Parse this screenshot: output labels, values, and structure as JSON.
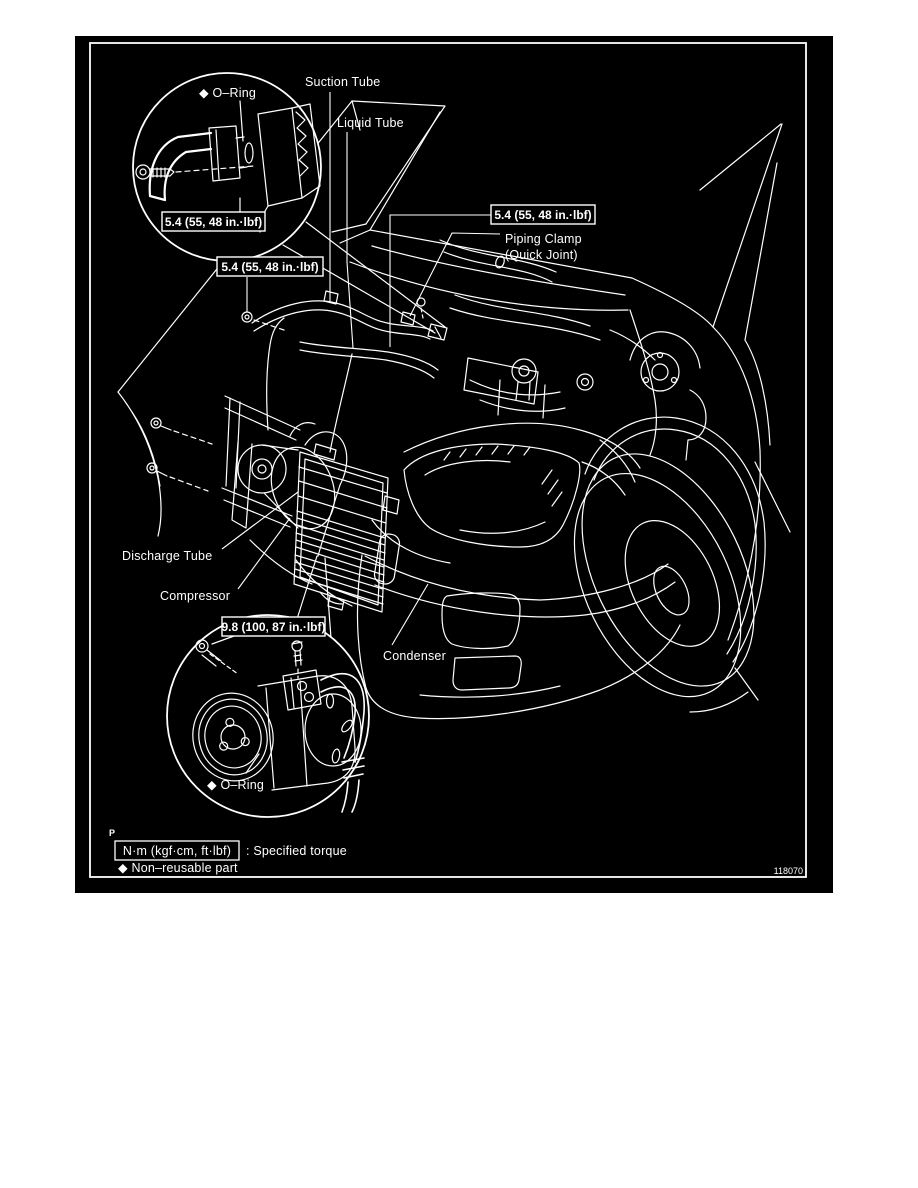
{
  "page": {
    "background": "#ffffff"
  },
  "diagram": {
    "background": "#000000",
    "line_color": "#ffffff",
    "figure_number": "118070",
    "page_marker": "P"
  },
  "labels": {
    "o_ring_top": "◆ O–Ring",
    "suction_tube": "Suction Tube",
    "liquid_tube": "Liquid Tube",
    "piping_clamp_line1": "Piping Clamp",
    "piping_clamp_line2": "(Quick Joint)",
    "discharge_tube": "Discharge Tube",
    "compressor": "Compressor",
    "condenser": "Condenser",
    "o_ring_bottom": "◆ O–Ring"
  },
  "torque_specs": {
    "inset_top": "5.4 (55, 48 in.·lbf)",
    "main_mid": "5.4 (55, 48 in.·lbf)",
    "main_right": "5.4 (55, 48 in.·lbf)",
    "compressor_fitting": "9.8 (100, 87 in.·lbf)"
  },
  "legend": {
    "torque_box_label": "N·m (kgf·cm, ft·lbf)",
    "torque_description": ": Specified torque",
    "non_reusable_note": "◆ Non–reusable part"
  }
}
